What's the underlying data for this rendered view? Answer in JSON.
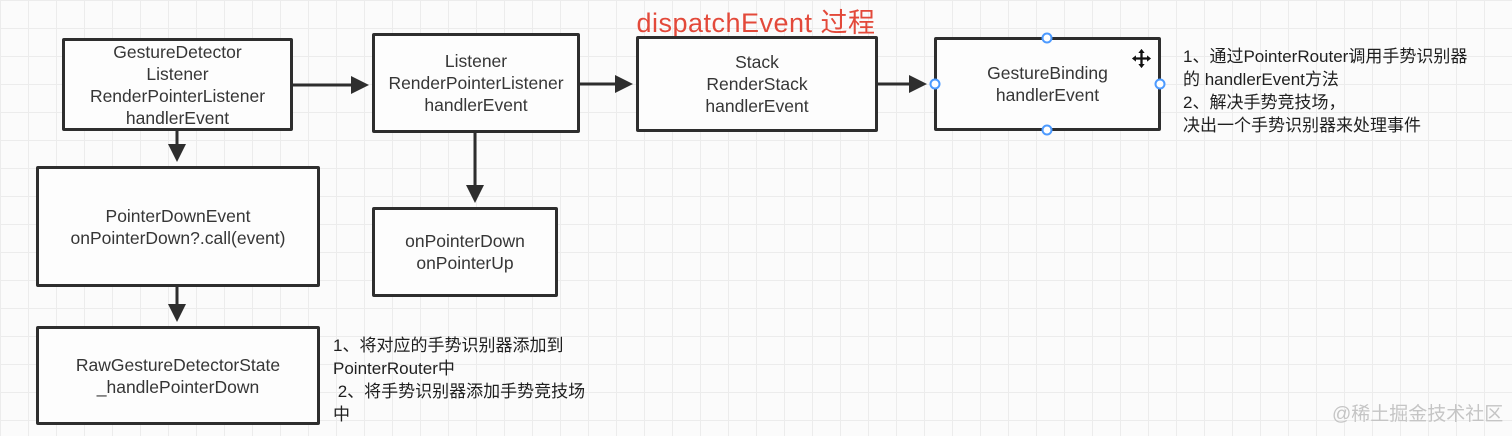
{
  "title": "dispatchEvent 过程",
  "colors": {
    "title_red": "#e3493a",
    "box_border": "#2e2e2e",
    "box_fill": "#fdfdfd",
    "text": "#363636",
    "handle_blue": "#4c9aff",
    "grid_line": "#ececec",
    "canvas_bg": "#fbfbfb",
    "watermark_gray": "#c5c5c5"
  },
  "boxes": {
    "gesture_detector": {
      "lines": [
        "GestureDetector",
        "Listener",
        "RenderPointerListener",
        "handlerEvent"
      ]
    },
    "listener": {
      "lines": [
        "Listener",
        "RenderPointerListener",
        "handlerEvent"
      ]
    },
    "stack": {
      "lines": [
        "Stack",
        "RenderStack",
        "handlerEvent"
      ]
    },
    "gesture_binding": {
      "lines": [
        "GestureBinding",
        "handlerEvent"
      ]
    },
    "pointer_down_event": {
      "lines": [
        "PointerDownEvent",
        "onPointerDown?.call(event)"
      ]
    },
    "on_pointer": {
      "lines": [
        "onPointerDown",
        "onPointerUp"
      ]
    },
    "raw_gesture_detector": {
      "lines": [
        "RawGestureDetectorState",
        "_handlePointerDown"
      ]
    }
  },
  "annotations": {
    "gesture_binding_note": [
      "1、通过PointerRouter调用手势识别器",
      "的 handlerEvent方法",
      "2、解决手势竞技场，",
      "决出一个手势识别器来处理事件"
    ],
    "raw_gesture_note": [
      "1、将对应的手势识别器添加到",
      "PointerRouter中",
      " 2、将手势识别器添加手势竞技场",
      "中"
    ]
  },
  "watermark": "@稀土掘金技术社区",
  "icons": {
    "move_cursor_icon": "4-way-move-arrows",
    "selection_handle": "blue-circle-handle"
  }
}
